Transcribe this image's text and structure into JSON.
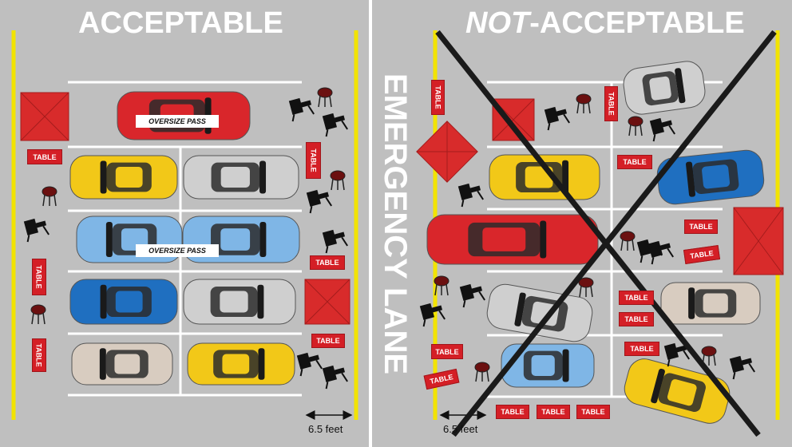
{
  "left_panel": {
    "heading": "ACCEPTABLE",
    "oversize_pass_1": "OVERSIZE PASS",
    "oversize_pass_2": "OVERSIZE PASS",
    "measure_label": "6.5 feet"
  },
  "right_panel": {
    "heading_italic": "NOT",
    "heading_rest": "-ACCEPTABLE",
    "measure_label": "6.5 feet"
  },
  "emergency_lane_label": "EMERGENCY LANE",
  "table_label": "TABLE",
  "colors": {
    "ground": "#bfbfbf",
    "lane_line": "#f2e300",
    "stall_line": "#ffffff",
    "tent_red": "#d82b2b",
    "table_red": "#d41f26",
    "car_red": "#d9262b",
    "car_yellow": "#f2c818",
    "car_silver": "#cfcfcf",
    "car_blue": "#1f6fc0",
    "car_lightblue": "#7fb6e6",
    "car_beige": "#d8ccc0",
    "cross": "#1a1a1a"
  }
}
